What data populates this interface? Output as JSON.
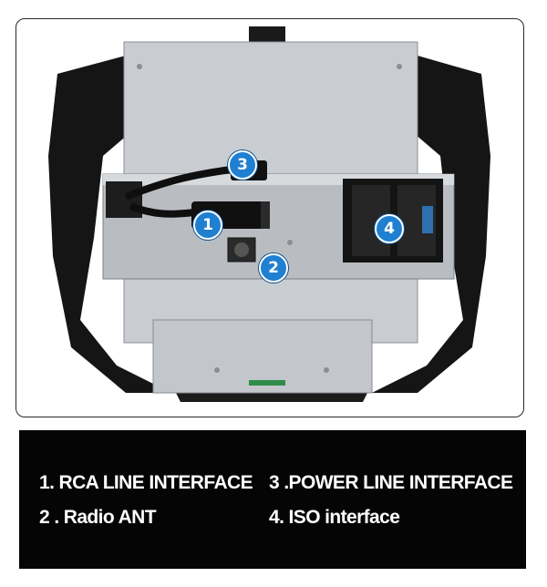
{
  "callouts": {
    "one": "1",
    "two": "2",
    "three": "3",
    "four": "4"
  },
  "legend": {
    "item1": "1. RCA LINE INTERFACE",
    "item2": "2 . Radio ANT",
    "item3": "3 .POWER LINE INTERFACE",
    "item4": "4. ISO interface"
  },
  "colors": {
    "callout_fill": "#1f7fd0",
    "legend_background": "#050505",
    "legend_text": "#ffffff"
  }
}
